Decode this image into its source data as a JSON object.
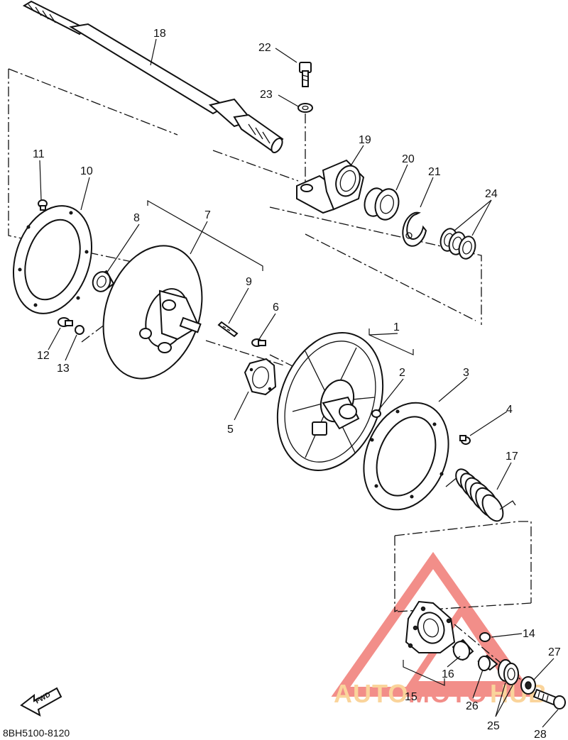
{
  "diagram_code": "8BH5100-8120",
  "fwd_label": "FWD",
  "watermark": {
    "part1": "AUTO",
    "part2": "MOTO",
    "part3": "HUB",
    "color_orange": "#f7b24a",
    "color_red": "#e8332a"
  },
  "callouts": {
    "c1": "1",
    "c2": "2",
    "c3": "3",
    "c4": "4",
    "c5": "5",
    "c6": "6",
    "c7": "7",
    "c8": "8",
    "c9": "9",
    "c10": "10",
    "c11": "11",
    "c12": "12",
    "c13": "13",
    "c14": "14",
    "c15": "15",
    "c16": "16",
    "c17": "17",
    "c18": "18",
    "c19": "19",
    "c20": "20",
    "c21": "21",
    "c22": "22",
    "c23": "23",
    "c24": "24",
    "c25": "25",
    "c26": "26",
    "c27": "27",
    "c28": "28"
  }
}
